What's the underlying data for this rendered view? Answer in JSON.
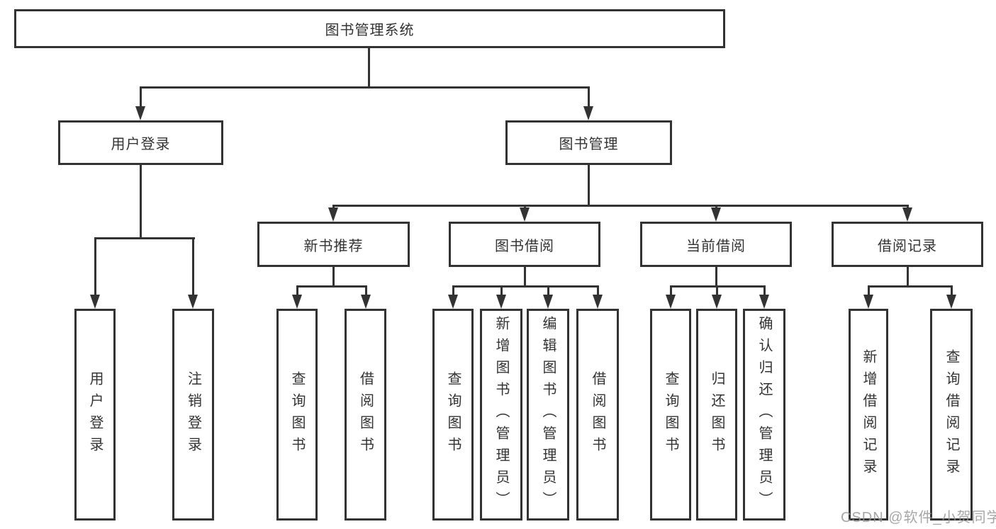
{
  "diagram": {
    "root": "图书管理系统",
    "branches": [
      {
        "label": "用户登录",
        "children": [
          "用户登录",
          "注销登录"
        ]
      },
      {
        "label": "图书管理",
        "children": [
          {
            "label": "新书推荐",
            "children": [
              "查询图书",
              "借阅图书"
            ]
          },
          {
            "label": "图书借阅",
            "children": [
              "查询图书",
              "新增图书（管理员）",
              "编辑图书（管理员）",
              "借阅图书"
            ]
          },
          {
            "label": "当前借阅",
            "children": [
              "查询图书",
              "归还图书",
              "确认归还（管理员）"
            ]
          },
          {
            "label": "借阅记录",
            "children": [
              "新增借阅记录",
              "查询借阅记录"
            ]
          }
        ]
      }
    ],
    "watermark": "CSDN @软件_小贺同学",
    "colors": {
      "line": "#333333",
      "text": "#333333",
      "watermark": "#969696",
      "background": "#ffffff"
    }
  }
}
